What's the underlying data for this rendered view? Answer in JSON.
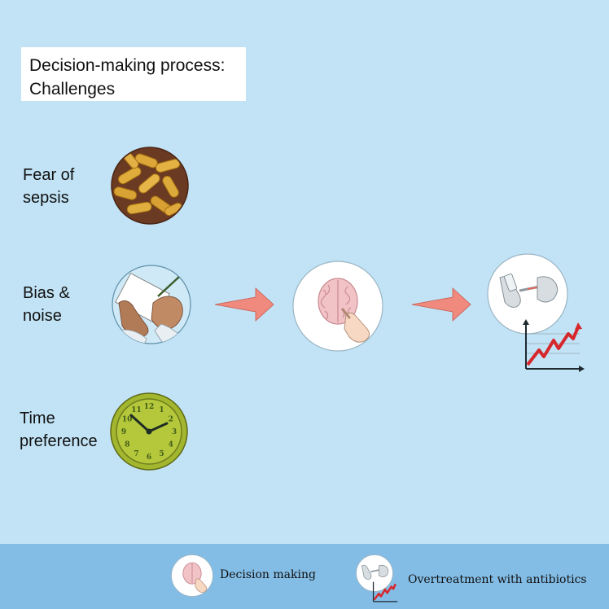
{
  "title": {
    "line1": "Decision-making process:",
    "line2": "Challenges"
  },
  "challenges": [
    {
      "line1": "Fear of",
      "line2": "sepsis",
      "icon": "bacteria-icon"
    },
    {
      "line1": "Bias &",
      "line2": "noise",
      "icon": "writing-hand-icon"
    },
    {
      "line1": "Time",
      "line2": "preference",
      "icon": "clock-icon"
    }
  ],
  "flow": [
    "decision-making-icon",
    "antibiotic-injection-icon",
    "rising-trend-chart-icon"
  ],
  "legend": {
    "decision_label": "Decision making",
    "overtreatment_label": "Overtreatment with antibiotics"
  },
  "colors": {
    "background": "#c1e3f5",
    "footer": "#83bde6",
    "arrow": "#f08a7e",
    "trend_line": "#d6282c"
  },
  "clock_numbers": [
    "12",
    "1",
    "2",
    "3",
    "4",
    "5",
    "6",
    "7",
    "8",
    "9",
    "10",
    "11"
  ]
}
